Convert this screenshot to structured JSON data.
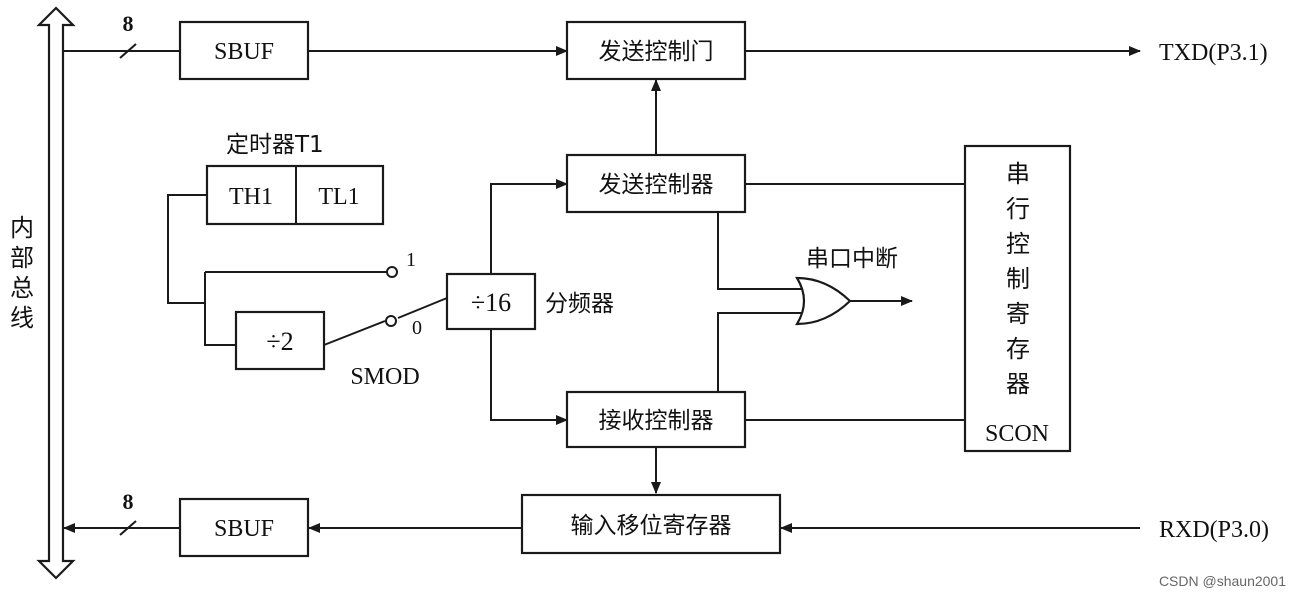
{
  "diagram": {
    "bus_label_chars": [
      "内",
      "部",
      "总",
      "线"
    ],
    "bus_width_tx": "8",
    "bus_width_rx": "8",
    "sbuf_tx": "SBUF",
    "sbuf_rx": "SBUF",
    "tx_gate": "发送控制门",
    "txd": "TXD(P3.1)",
    "rxd": "RXD(P3.0)",
    "timer_title": "定时器T1",
    "th1": "TH1",
    "tl1": "TL1",
    "div2": "÷2",
    "switch_1": "1",
    "switch_0": "0",
    "smod": "SMOD",
    "div16": "÷16",
    "divider_label": "分频器",
    "tx_controller": "发送控制器",
    "rx_controller": "接收控制器",
    "serial_interrupt": "串口中断",
    "scon_chars": [
      "串",
      "行",
      "控",
      "制",
      "寄",
      "存",
      "器"
    ],
    "scon": "SCON",
    "shift_register": "输入移位寄存器"
  },
  "watermark": "CSDN @shaun2001"
}
